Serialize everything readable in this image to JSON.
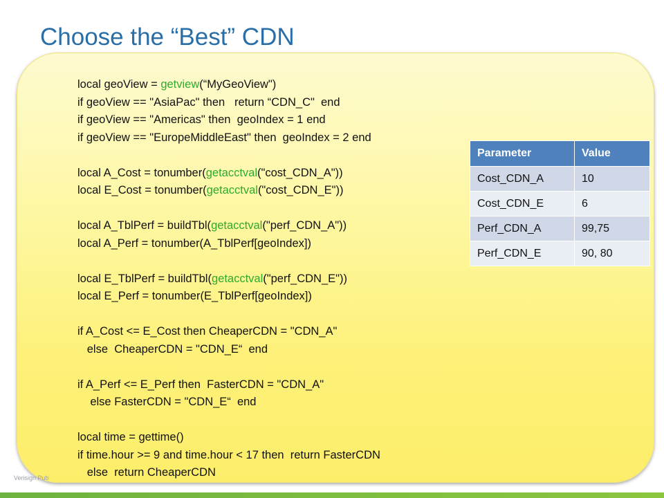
{
  "slide": {
    "title": "Choose the “Best” CDN",
    "footer": "Verisign Pub"
  },
  "code": [
    [
      {
        "t": "local geoView = "
      },
      {
        "t": "getview",
        "fn": true
      },
      {
        "t": "(“MyGeoView\")"
      }
    ],
    [
      {
        "t": "if geoView == \"AsiaPac\" then   return “CDN_C\"  end"
      }
    ],
    [
      {
        "t": "if geoView == \"Americas\" then  geoIndex = 1 end"
      }
    ],
    [
      {
        "t": "if geoView == \"EuropeMiddleEast\" then  geoIndex = 2 end"
      }
    ],
    [],
    [
      {
        "t": "local A_Cost = tonumber("
      },
      {
        "t": "getacctval",
        "fn": true
      },
      {
        "t": "(\"cost_CDN_A\"))"
      }
    ],
    [
      {
        "t": "local E_Cost = tonumber("
      },
      {
        "t": "getacctval",
        "fn": true
      },
      {
        "t": "(\"cost_CDN_E\"))"
      }
    ],
    [],
    [
      {
        "t": "local A_TblPerf = buildTbl("
      },
      {
        "t": "getacctval",
        "fn": true
      },
      {
        "t": "(\"perf_CDN_A\"))"
      }
    ],
    [
      {
        "t": "local A_Perf = tonumber(A_TblPerf[geoIndex])"
      }
    ],
    [],
    [
      {
        "t": "local E_TblPerf = buildTbl("
      },
      {
        "t": "getacctval",
        "fn": true
      },
      {
        "t": "(\"perf_CDN_E\"))"
      }
    ],
    [
      {
        "t": "local E_Perf = tonumber(E_TblPerf[geoIndex])"
      }
    ],
    [],
    [
      {
        "t": "if A_Cost <= E_Cost then CheaperCDN = \"CDN_A\""
      }
    ],
    [
      {
        "t": "   else  CheaperCDN = \"CDN_E“  end"
      }
    ],
    [],
    [
      {
        "t": "if A_Perf <= E_Perf then  FasterCDN = \"CDN_A\""
      }
    ],
    [
      {
        "t": "    else FasterCDN = \"CDN_E“  end"
      }
    ],
    [],
    [
      {
        "t": "local time = gettime()"
      }
    ],
    [
      {
        "t": "if time.hour >= 9 and time.hour < 17 then  return FasterCDN"
      }
    ],
    [
      {
        "t": "   else  return CheaperCDN"
      }
    ]
  ],
  "table": {
    "headers": [
      "Parameter",
      "Value"
    ],
    "rows": [
      [
        "Cost_CDN_A",
        "10"
      ],
      [
        "Cost_CDN_E",
        "6"
      ],
      [
        "Perf_CDN_A",
        "99,75"
      ],
      [
        "Perf_CDN_E",
        "90, 80"
      ]
    ]
  },
  "colors": {
    "title": "#2a6ea8",
    "function_highlight": "#2eaa2e",
    "table_header": "#4f81bd",
    "table_row_odd": "#d0d8e8",
    "table_row_even": "#e9edf4",
    "footer_bar": "#6db33f"
  }
}
